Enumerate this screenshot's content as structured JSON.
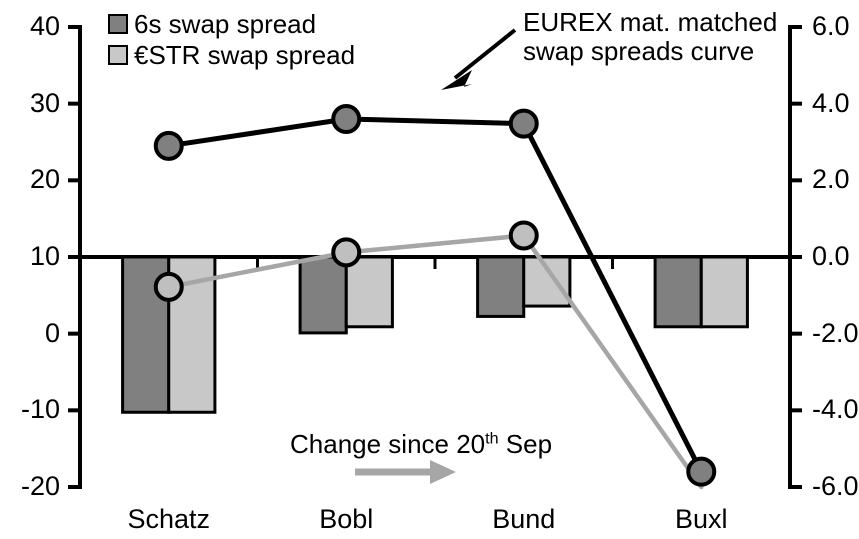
{
  "chart_data": {
    "type": "bar",
    "title": "",
    "categories": [
      "Schatz",
      "Bobl",
      "Bund",
      "Buxl"
    ],
    "series": [
      {
        "name": "6s swap spread",
        "type": "bar",
        "axis": "right",
        "color": "#808080",
        "values": [
          -4.05,
          -1.98,
          -1.55,
          -1.82
        ]
      },
      {
        "name": "€STR swap spread",
        "type": "bar",
        "axis": "right",
        "color": "#c8c8c8",
        "values": [
          -4.05,
          -1.82,
          -1.28,
          -1.82
        ]
      },
      {
        "name": "EUREX mat. matched swap spreads curve",
        "type": "line",
        "axis": "left",
        "color": "#000000",
        "values": [
          24.5,
          28.0,
          27.4,
          -18.0
        ]
      },
      {
        "name": "€STR swap spread curve",
        "type": "line",
        "axis": "left",
        "color": "#a6a6a6",
        "values": [
          6.1,
          10.6,
          12.8,
          -20.0
        ]
      }
    ],
    "left_axis": {
      "label": "",
      "ticks": [
        "40",
        "30",
        "20",
        "10",
        "0",
        "-10",
        "-20"
      ],
      "values": [
        40,
        30,
        20,
        10,
        0,
        -10,
        -20
      ],
      "min": -20,
      "max": 40
    },
    "right_axis": {
      "label": "",
      "ticks": [
        "6.0",
        "4.0",
        "2.0",
        "0.0",
        "-2.0",
        "-4.0",
        "-6.0"
      ],
      "values": [
        6.0,
        4.0,
        2.0,
        0.0,
        -2.0,
        -4.0,
        -6.0
      ],
      "min": -6.0,
      "max": 6.0
    },
    "zero_line_left_value": 10,
    "grid": false,
    "legend_position": "top-left",
    "xlabel": "",
    "ylabel": ""
  },
  "legend": {
    "items": [
      {
        "label": "6s swap spread",
        "color": "#808080"
      },
      {
        "label": "€STR swap spread",
        "color": "#c8c8c8"
      }
    ]
  },
  "annotations": {
    "curve": {
      "line1": "EUREX mat. matched",
      "line2": "swap spreads curve"
    },
    "change": {
      "prefix": "Change since 20",
      "sup": "th",
      "suffix": " Sep"
    }
  },
  "colors": {
    "bar_dark": "#808080",
    "bar_light": "#c8c8c8",
    "line_black": "#000000",
    "line_gray": "#a6a6a6",
    "marker_fill": "#808080",
    "marker_fill_light": "#bfbfbf",
    "axis": "#000000",
    "background": "#ffffff"
  }
}
